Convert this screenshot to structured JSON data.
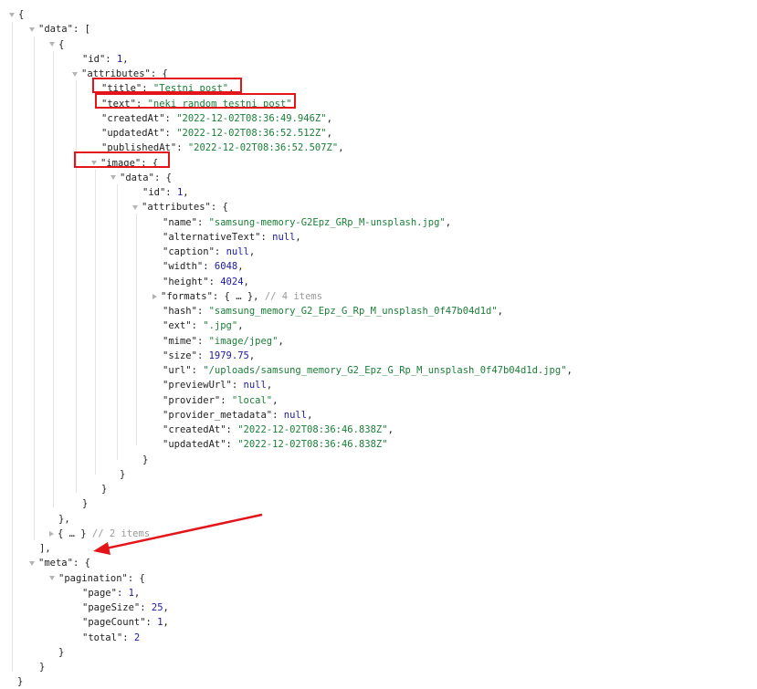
{
  "lines": [
    {
      "parts": [
        {
          "t": "{",
          "c": "pun"
        }
      ],
      "toggle": "open"
    },
    {
      "parts": [
        {
          "t": "\"data\"",
          "c": "key"
        },
        {
          "t": ": [",
          "c": "pun"
        }
      ],
      "toggle": "open"
    },
    {
      "parts": [
        {
          "t": "{",
          "c": "pun"
        }
      ],
      "toggle": "open"
    },
    {
      "parts": [
        {
          "t": "\"id\"",
          "c": "key"
        },
        {
          "t": ": ",
          "c": "pun"
        },
        {
          "t": "1",
          "c": "num"
        },
        {
          "t": ",",
          "c": "pun"
        }
      ]
    },
    {
      "parts": [
        {
          "t": "\"attributes\"",
          "c": "key"
        },
        {
          "t": ": {",
          "c": "pun"
        }
      ],
      "toggle": "open"
    },
    {
      "parts": [
        {
          "t": "\"title\"",
          "c": "key"
        },
        {
          "t": ": ",
          "c": "pun"
        },
        {
          "t": "\"Testni post\"",
          "c": "str"
        },
        {
          "t": ",",
          "c": "pun"
        }
      ]
    },
    {
      "parts": [
        {
          "t": "\"text\"",
          "c": "key"
        },
        {
          "t": ": ",
          "c": "pun"
        },
        {
          "t": "\"neki random testni post\"",
          "c": "str"
        },
        {
          "t": ",",
          "c": "pun"
        }
      ]
    },
    {
      "parts": [
        {
          "t": "\"createdAt\"",
          "c": "key"
        },
        {
          "t": ": ",
          "c": "pun"
        },
        {
          "t": "\"2022-12-02T08:36:49.946Z\"",
          "c": "str"
        },
        {
          "t": ",",
          "c": "pun"
        }
      ]
    },
    {
      "parts": [
        {
          "t": "\"updatedAt\"",
          "c": "key"
        },
        {
          "t": ": ",
          "c": "pun"
        },
        {
          "t": "\"2022-12-02T08:36:52.512Z\"",
          "c": "str"
        },
        {
          "t": ",",
          "c": "pun"
        }
      ]
    },
    {
      "parts": [
        {
          "t": "\"publishedAt\"",
          "c": "key"
        },
        {
          "t": ": ",
          "c": "pun"
        },
        {
          "t": "\"2022-12-02T08:36:52.507Z\"",
          "c": "str"
        },
        {
          "t": ",",
          "c": "pun"
        }
      ]
    },
    {
      "parts": [
        {
          "t": "\"image\"",
          "c": "key"
        },
        {
          "t": ": {",
          "c": "pun"
        }
      ],
      "toggle": "open"
    },
    {
      "parts": [
        {
          "t": "\"data\"",
          "c": "key"
        },
        {
          "t": ": {",
          "c": "pun"
        }
      ],
      "toggle": "open"
    },
    {
      "parts": [
        {
          "t": "\"id\"",
          "c": "key"
        },
        {
          "t": ": ",
          "c": "pun"
        },
        {
          "t": "1",
          "c": "num"
        },
        {
          "t": ",",
          "c": "pun"
        }
      ]
    },
    {
      "parts": [
        {
          "t": "\"attributes\"",
          "c": "key"
        },
        {
          "t": ": {",
          "c": "pun"
        }
      ],
      "toggle": "open"
    },
    {
      "parts": [
        {
          "t": "\"name\"",
          "c": "key"
        },
        {
          "t": ": ",
          "c": "pun"
        },
        {
          "t": "\"samsung-memory-G2Epz_GRp_M-unsplash.jpg\"",
          "c": "str"
        },
        {
          "t": ",",
          "c": "pun"
        }
      ]
    },
    {
      "parts": [
        {
          "t": "\"alternativeText\"",
          "c": "key"
        },
        {
          "t": ": ",
          "c": "pun"
        },
        {
          "t": "null",
          "c": "kw"
        },
        {
          "t": ",",
          "c": "pun"
        }
      ]
    },
    {
      "parts": [
        {
          "t": "\"caption\"",
          "c": "key"
        },
        {
          "t": ": ",
          "c": "pun"
        },
        {
          "t": "null",
          "c": "kw"
        },
        {
          "t": ",",
          "c": "pun"
        }
      ]
    },
    {
      "parts": [
        {
          "t": "\"width\"",
          "c": "key"
        },
        {
          "t": ": ",
          "c": "pun"
        },
        {
          "t": "6048",
          "c": "num"
        },
        {
          "t": ",",
          "c": "pun"
        }
      ]
    },
    {
      "parts": [
        {
          "t": "\"height\"",
          "c": "key"
        },
        {
          "t": ": ",
          "c": "pun"
        },
        {
          "t": "4024",
          "c": "num"
        },
        {
          "t": ",",
          "c": "pun"
        }
      ]
    },
    {
      "parts": [
        {
          "t": "\"formats\"",
          "c": "key"
        },
        {
          "t": ": { … }, ",
          "c": "pun"
        },
        {
          "t": "// 4 items",
          "c": "cmt"
        }
      ],
      "toggle": "closed"
    },
    {
      "parts": [
        {
          "t": "\"hash\"",
          "c": "key"
        },
        {
          "t": ": ",
          "c": "pun"
        },
        {
          "t": "\"samsung_memory_G2_Epz_G_Rp_M_unsplash_0f47b04d1d\"",
          "c": "str"
        },
        {
          "t": ",",
          "c": "pun"
        }
      ]
    },
    {
      "parts": [
        {
          "t": "\"ext\"",
          "c": "key"
        },
        {
          "t": ": ",
          "c": "pun"
        },
        {
          "t": "\".jpg\"",
          "c": "str"
        },
        {
          "t": ",",
          "c": "pun"
        }
      ]
    },
    {
      "parts": [
        {
          "t": "\"mime\"",
          "c": "key"
        },
        {
          "t": ": ",
          "c": "pun"
        },
        {
          "t": "\"image/jpeg\"",
          "c": "str"
        },
        {
          "t": ",",
          "c": "pun"
        }
      ]
    },
    {
      "parts": [
        {
          "t": "\"size\"",
          "c": "key"
        },
        {
          "t": ": ",
          "c": "pun"
        },
        {
          "t": "1979.75",
          "c": "num"
        },
        {
          "t": ",",
          "c": "pun"
        }
      ]
    },
    {
      "parts": [
        {
          "t": "\"url\"",
          "c": "key"
        },
        {
          "t": ": ",
          "c": "pun"
        },
        {
          "t": "\"/uploads/samsung_memory_G2_Epz_G_Rp_M_unsplash_0f47b04d1d.jpg\"",
          "c": "str"
        },
        {
          "t": ",",
          "c": "pun"
        }
      ]
    },
    {
      "parts": [
        {
          "t": "\"previewUrl\"",
          "c": "key"
        },
        {
          "t": ": ",
          "c": "pun"
        },
        {
          "t": "null",
          "c": "kw"
        },
        {
          "t": ",",
          "c": "pun"
        }
      ]
    },
    {
      "parts": [
        {
          "t": "\"provider\"",
          "c": "key"
        },
        {
          "t": ": ",
          "c": "pun"
        },
        {
          "t": "\"local\"",
          "c": "str"
        },
        {
          "t": ",",
          "c": "pun"
        }
      ]
    },
    {
      "parts": [
        {
          "t": "\"provider_metadata\"",
          "c": "key"
        },
        {
          "t": ": ",
          "c": "pun"
        },
        {
          "t": "null",
          "c": "kw"
        },
        {
          "t": ",",
          "c": "pun"
        }
      ]
    },
    {
      "parts": [
        {
          "t": "\"createdAt\"",
          "c": "key"
        },
        {
          "t": ": ",
          "c": "pun"
        },
        {
          "t": "\"2022-12-02T08:36:46.838Z\"",
          "c": "str"
        },
        {
          "t": ",",
          "c": "pun"
        }
      ]
    },
    {
      "parts": [
        {
          "t": "\"updatedAt\"",
          "c": "key"
        },
        {
          "t": ": ",
          "c": "pun"
        },
        {
          "t": "\"2022-12-02T08:36:46.838Z\"",
          "c": "str"
        }
      ]
    },
    {
      "parts": [
        {
          "t": "}",
          "c": "pun"
        }
      ]
    },
    {
      "parts": [
        {
          "t": "}",
          "c": "pun"
        }
      ]
    },
    {
      "parts": [
        {
          "t": "}",
          "c": "pun"
        }
      ]
    },
    {
      "parts": [
        {
          "t": "}",
          "c": "pun"
        }
      ]
    },
    {
      "parts": [
        {
          "t": "},",
          "c": "pun"
        }
      ]
    },
    {
      "parts": [
        {
          "t": "{ … }",
          "c": "pun"
        },
        {
          "t": " // 2 items",
          "c": "cmt"
        }
      ],
      "toggle": "closed"
    },
    {
      "parts": [
        {
          "t": "],",
          "c": "pun"
        }
      ]
    },
    {
      "parts": [
        {
          "t": "\"meta\"",
          "c": "key"
        },
        {
          "t": ": {",
          "c": "pun"
        }
      ],
      "toggle": "open"
    },
    {
      "parts": [
        {
          "t": "\"pagination\"",
          "c": "key"
        },
        {
          "t": ": {",
          "c": "pun"
        }
      ],
      "toggle": "open"
    },
    {
      "parts": [
        {
          "t": "\"page\"",
          "c": "key"
        },
        {
          "t": ": ",
          "c": "pun"
        },
        {
          "t": "1",
          "c": "num"
        },
        {
          "t": ",",
          "c": "pun"
        }
      ]
    },
    {
      "parts": [
        {
          "t": "\"pageSize\"",
          "c": "key"
        },
        {
          "t": ": ",
          "c": "pun"
        },
        {
          "t": "25",
          "c": "num"
        },
        {
          "t": ",",
          "c": "pun"
        }
      ]
    },
    {
      "parts": [
        {
          "t": "\"pageCount\"",
          "c": "key"
        },
        {
          "t": ": ",
          "c": "pun"
        },
        {
          "t": "1",
          "c": "num"
        },
        {
          "t": ",",
          "c": "pun"
        }
      ]
    },
    {
      "parts": [
        {
          "t": "\"total\"",
          "c": "key"
        },
        {
          "t": ": ",
          "c": "pun"
        },
        {
          "t": "2",
          "c": "num"
        }
      ]
    },
    {
      "parts": [
        {
          "t": "}",
          "c": "pun"
        }
      ]
    },
    {
      "parts": [
        {
          "t": "}",
          "c": "pun"
        }
      ]
    },
    {
      "parts": [
        {
          "t": "}",
          "c": "pun"
        }
      ]
    }
  ],
  "colors": {
    "key": "#222222",
    "string": "#1a7f37",
    "number": "#1a1aa6",
    "comment": "#9a9a9a",
    "toggle": "#b4b4b4",
    "guide": "#e4e4e4",
    "annotation": "#e4141b"
  },
  "icons": {
    "expanded": "triangle-down-icon",
    "collapsed": "triangle-right-icon"
  }
}
